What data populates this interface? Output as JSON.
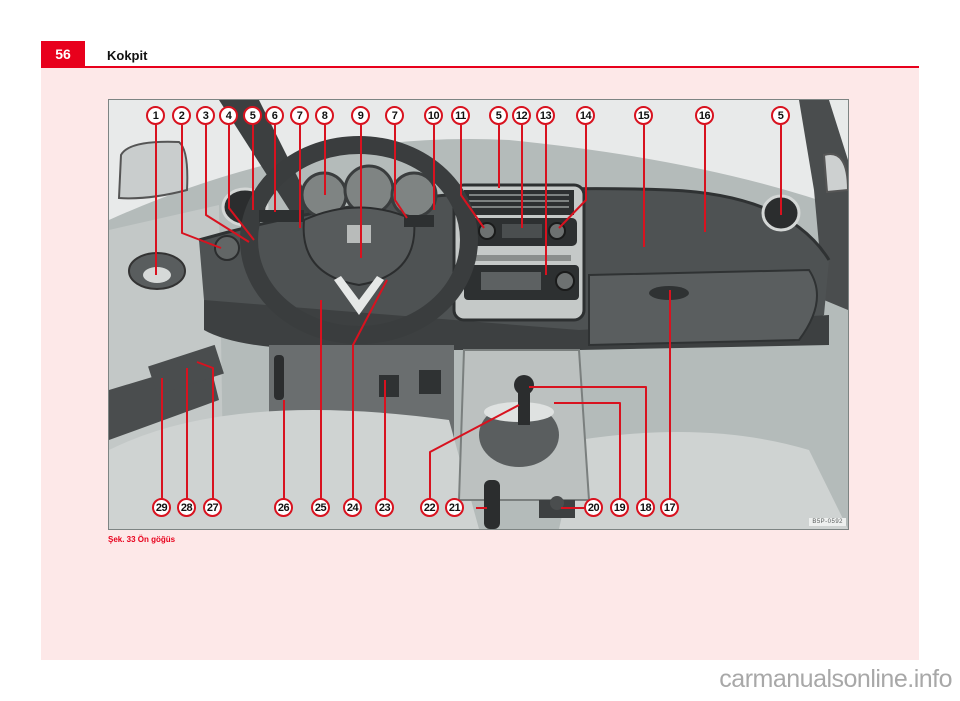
{
  "header": {
    "page_number": "56",
    "section_title": "Kokpit"
  },
  "figure": {
    "caption": "Şek. 33  Ön göğüs",
    "image_code": "B5P-0592",
    "description": "Cockpit / dashboard overview with numbered callouts",
    "callouts_top": [
      "1",
      "2",
      "3",
      "4",
      "5",
      "6",
      "7",
      "8",
      "9",
      "7",
      "10",
      "11",
      "5",
      "12",
      "13",
      "14",
      "15",
      "16",
      "5"
    ],
    "callouts_bottom": [
      "29",
      "28",
      "27",
      "26",
      "25",
      "24",
      "23",
      "22",
      "21",
      "20",
      "19",
      "18",
      "17"
    ]
  },
  "colors": {
    "accent_red": "#e8001c",
    "page_background": "#fde8e8",
    "callout_border": "#d8121f"
  },
  "watermark": "carmanualsonline.info"
}
